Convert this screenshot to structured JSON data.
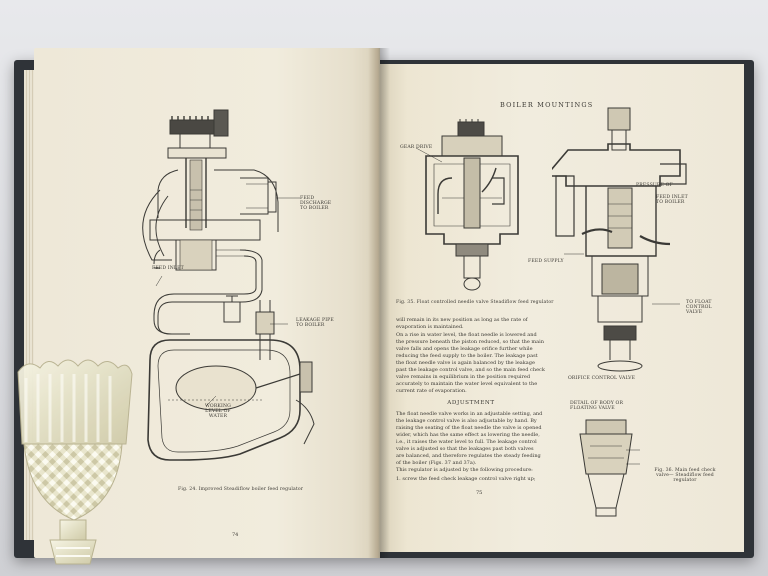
{
  "book": {
    "running_head": "BOILER MOUNTINGS",
    "left_page": {
      "figure_caption": "Fig. 24.   Improved Steadiflow boiler feed regulator",
      "labels": {
        "feed_discharge": "FEED DISCHARGE TO BOILER",
        "feed_inlet": "FEED INLET",
        "leakage_pipe": "LEAKAGE PIPE TO BOILER",
        "water_level": "WORKING LEVEL OF WATER"
      },
      "folio": "74"
    },
    "right_page": {
      "figure_caption_top": "Fig. 35.   Float controlled needle valve Steadiflow feed regulator",
      "figure_caption_side": "Fig. 36.  Main feed check valve— Steadiflow feed regulator",
      "labels": {
        "gear_drive": "GEAR DRIVE",
        "pressure_of": "PRESSURE OF",
        "feed_inlet": "FEED INLET TO BOILER",
        "feed_supply": "FEED SUPPLY",
        "float_control": "TO FLOAT CONTROL VALVE",
        "orifice": "ORIFICE CONTROL VALVE",
        "detail": "DETAIL OF BODY OR FLOATING VALVE"
      },
      "body_text": [
        "will remain in its new position as long as the rate of",
        "evaporation is maintained.",
        "   On a rise in water level, the float needle is lowered and",
        "the pressure beneath the piston reduced, so that the main",
        "valve falls and opens the leakage orifice further while",
        "reducing the feed supply to the boiler. The leakage past",
        "the float needle valve is again balanced by the leakage",
        "past the leakage control valve, and so the main feed check",
        "valve remains in equilibrium in the position required",
        "accurately to maintain the water level equivalent to the",
        "current rate of evaporation."
      ],
      "section_heading": "ADJUSTMENT",
      "adjustment_text": [
        "The float needle valve works in an adjustable setting, and",
        "the leakage control valve is also adjustable by hand. By",
        "raising the seating of the float needle the valve is opened",
        "wider, which has the same effect as lowering the needle,",
        "i.e., it raises the water level to full. The leakage control",
        "valve is adjusted so that the leakages past both valves",
        "are balanced, and therefore regulates the steady feeding",
        "of the boiler (Figs. 37 and 37a).",
        "   This regulator is adjusted by the following procedure:",
        "1.  screw the feed check leakage control valve right up;"
      ],
      "folio": "75"
    }
  },
  "colors": {
    "paper": "#efe9d9",
    "ink": "#3a3833",
    "cover": "#2f3338",
    "glass": "#e7e4c9"
  }
}
